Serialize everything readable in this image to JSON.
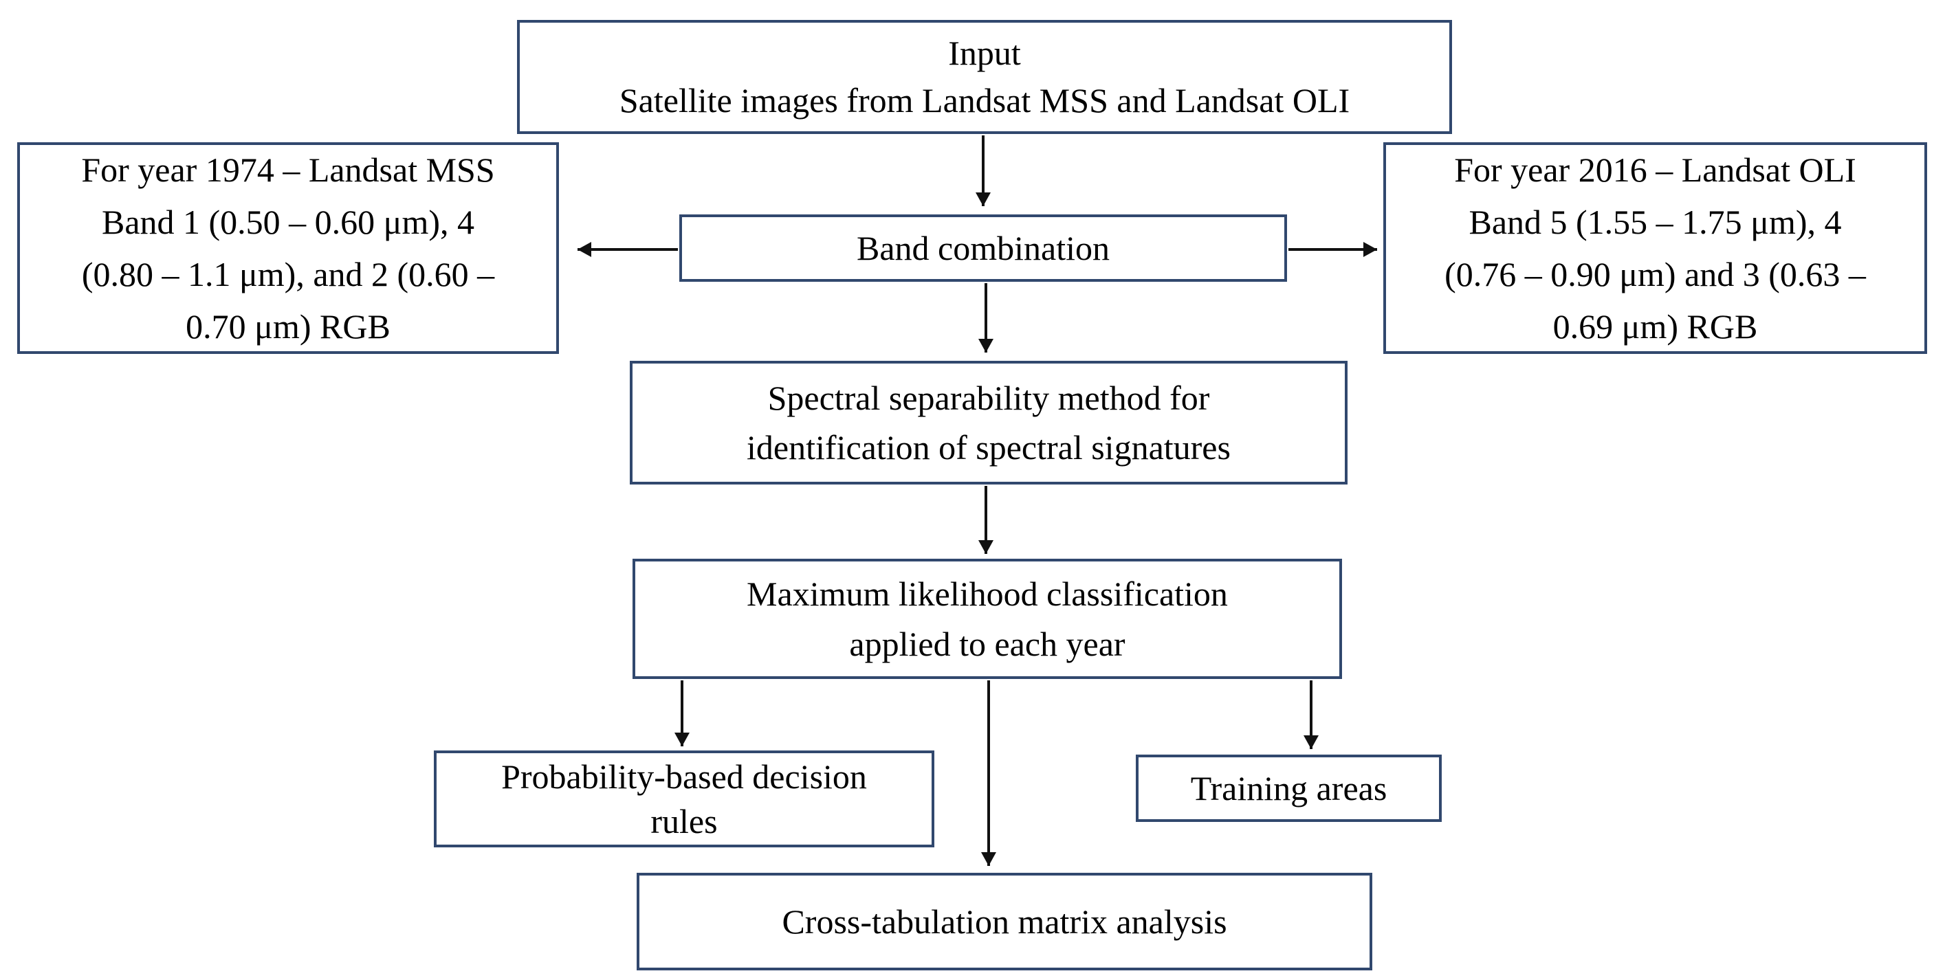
{
  "diagram": {
    "type": "flowchart",
    "title": "Satellite image classification workflow",
    "colors": {
      "background": "#FFFFFF",
      "box_border": "#31486E",
      "box_fill": "#FFFFFF",
      "arrow": "#111111",
      "text": "#000000"
    },
    "nodes": {
      "input": {
        "label": "Input\nSatellite images from Landsat MSS and Landsat OLI"
      },
      "year1974": {
        "label": "For year 1974 – Landsat MSS\nBand 1 (0.50 – 0.60 μm), 4\n(0.80 – 1.1 μm), and 2 (0.60 –\n0.70 μm) RGB"
      },
      "band_combination": {
        "label": "Band combination"
      },
      "year2016": {
        "label": "For year 2016 – Landsat OLI\nBand 5 (1.55 – 1.75 μm), 4\n(0.76 – 0.90 μm) and 3 (0.63 –\n0.69 μm) RGB"
      },
      "spectral": {
        "label": "Spectral separability method for\nidentification of spectral signatures"
      },
      "max_likelihood": {
        "label": "Maximum likelihood classification\napplied to each year"
      },
      "probability": {
        "label": "Probability-based decision\nrules"
      },
      "training": {
        "label": "Training areas"
      },
      "cross_tab": {
        "label": "Cross-tabulation matrix analysis"
      }
    },
    "edges": [
      {
        "from": "input",
        "to": "band_combination",
        "direction": "down"
      },
      {
        "from": "band_combination",
        "to": "year1974",
        "direction": "left"
      },
      {
        "from": "band_combination",
        "to": "year2016",
        "direction": "right"
      },
      {
        "from": "band_combination",
        "to": "spectral",
        "direction": "down"
      },
      {
        "from": "spectral",
        "to": "max_likelihood",
        "direction": "down"
      },
      {
        "from": "max_likelihood",
        "to": "probability",
        "direction": "down"
      },
      {
        "from": "max_likelihood",
        "to": "cross_tab",
        "direction": "down"
      },
      {
        "from": "max_likelihood",
        "to": "training",
        "direction": "down"
      }
    ]
  }
}
